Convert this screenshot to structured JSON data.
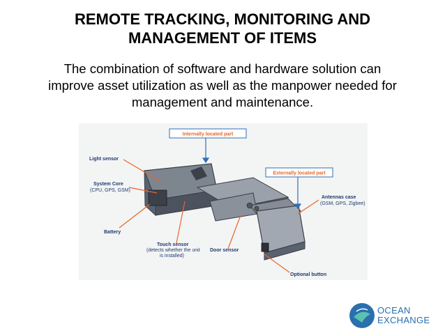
{
  "slide": {
    "title_line1": "REMOTE TRACKING, MONITORING AND",
    "title_line2": "MANAGEMENT OF ITEMS",
    "body_line1": "The combination of software and hardware solution can",
    "body_line2": "improve asset utilization as well as the manpower needed for",
    "body_line3": "management and maintenance."
  },
  "diagram": {
    "labels": {
      "internal": "Internally located part",
      "external": "Externally located part",
      "light_sensor": "Light sensor",
      "system_core": "System Core",
      "system_core_detail": "(CPU, GPS, GSM)",
      "battery": "Battery",
      "touch_sensor": "Touch sensor",
      "touch_sensor_detail1": "(detects whether the unit",
      "touch_sensor_detail2": "is installed)",
      "door_sensor": "Door sensor",
      "antennas_case": "Antennas case",
      "antennas_case_detail": "(GSM, GPS, Zigbee)",
      "optional_button": "Optional button"
    },
    "colors": {
      "callout_line": "#e8662a",
      "label_text": "#1f3b6e",
      "box_border": "#2f6fb5",
      "device_body": "#5a6270"
    }
  },
  "logo": {
    "line1": "OCEAN",
    "line2": "EXCHANGE",
    "color": "#2a6fae"
  }
}
